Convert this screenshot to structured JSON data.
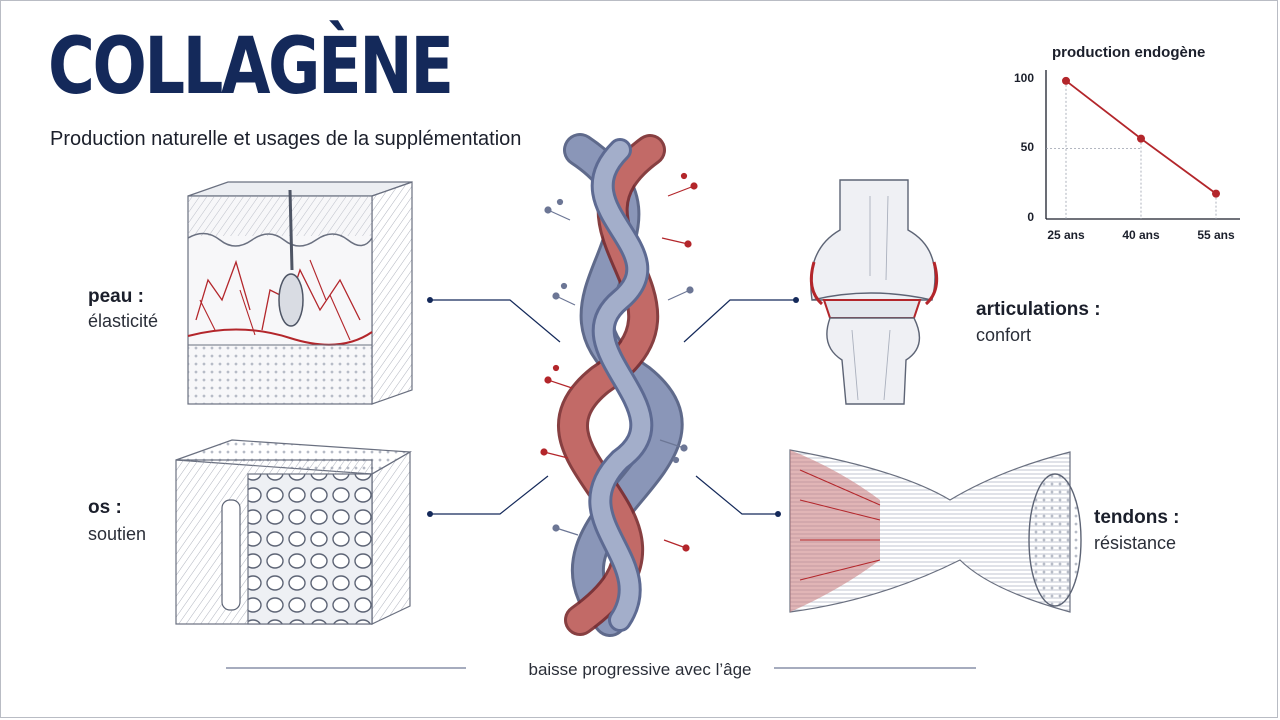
{
  "title": "COLLAGÈNE",
  "subtitle": "Production naturelle et usages de la supplémentation",
  "labels": {
    "skin": {
      "title": "peau :",
      "sub": "élasticité"
    },
    "bone": {
      "title": "os :",
      "sub": "soutien"
    },
    "joints": {
      "title": "articulations :",
      "sub": "confort"
    },
    "tendons": {
      "title": "tendons :",
      "sub": "résistance"
    }
  },
  "footer": "baisse progressive avec l’âge",
  "colors": {
    "navy": "#14295a",
    "red": "#b3262b",
    "helix_blue": "#6f7ea6",
    "helix_red": "#b4504f"
  },
  "chart_data": {
    "type": "line",
    "title": "production endogène",
    "categories": [
      "25 ans",
      "40 ans",
      "55 ans"
    ],
    "x_tick_labels": [
      "25 ans",
      "40 ans",
      "55 ans"
    ],
    "y_tick_labels": [
      "0",
      "50",
      "100"
    ],
    "values": [
      98,
      57,
      18
    ],
    "ylim": [
      0,
      100
    ],
    "grid": false
  }
}
